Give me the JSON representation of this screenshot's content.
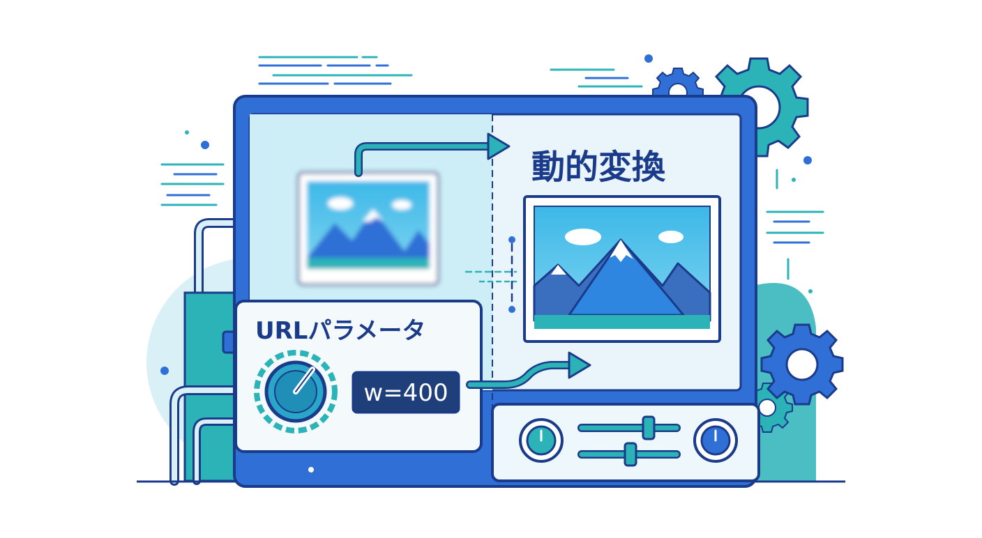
{
  "heading": "動的変換",
  "param_panel": {
    "label": "URLパラメータ",
    "value": "w=400"
  },
  "icons": {
    "source_image": "blurry-mountain-image-icon",
    "output_image": "sharp-mountain-image-icon",
    "knob": "dial-knob-icon",
    "gears": "gear-icon"
  },
  "colors": {
    "primary_blue": "#2f6fd6",
    "navy": "#1a3a8a",
    "teal": "#2bb3b8",
    "light_cyan": "#d8f1f7",
    "display_bg": "#1f3f7a"
  }
}
